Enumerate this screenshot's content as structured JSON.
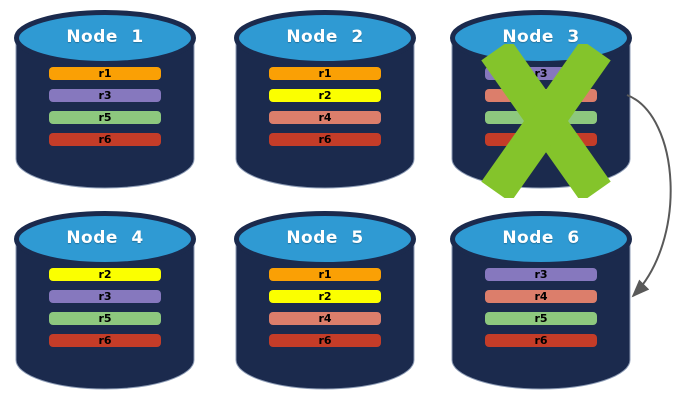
{
  "colors": {
    "cylinder_body": "#1B2A4D",
    "cylinder_top": "#2F9AD3",
    "cylinder_outline": "#8C9BB5",
    "failure_x": "#84C42B",
    "title_text": "#FFFFFF",
    "bar_text": "#000000"
  },
  "nodes": [
    {
      "label": "Node 1",
      "replicas": [
        {
          "label": "r1",
          "color": "#FAA005"
        },
        {
          "label": "r3",
          "color": "#8678BE"
        },
        {
          "label": "r5",
          "color": "#8DC87E"
        },
        {
          "label": "r6",
          "color": "#C43C28"
        }
      ]
    },
    {
      "label": "Node 2",
      "replicas": [
        {
          "label": "r1",
          "color": "#FAA005"
        },
        {
          "label": "r2",
          "color": "#FBFF00"
        },
        {
          "label": "r4",
          "color": "#DC7E6B"
        },
        {
          "label": "r6",
          "color": "#C43C28"
        }
      ]
    },
    {
      "label": "Node 3",
      "failed": true,
      "replicas": [
        {
          "label": "r3",
          "color": "#8678BE"
        },
        {
          "label": "r4",
          "color": "#DC7E6B"
        },
        {
          "label": "r5",
          "color": "#8DC87E"
        },
        {
          "label": "r6",
          "color": "#C43C28"
        }
      ]
    },
    {
      "label": "Node 4",
      "replicas": [
        {
          "label": "r2",
          "color": "#FBFF00"
        },
        {
          "label": "r3",
          "color": "#8678BE"
        },
        {
          "label": "r5",
          "color": "#8DC87E"
        },
        {
          "label": "r6",
          "color": "#C43C28"
        }
      ]
    },
    {
      "label": "Node 5",
      "replicas": [
        {
          "label": "r1",
          "color": "#FAA005"
        },
        {
          "label": "r2",
          "color": "#FBFF00"
        },
        {
          "label": "r4",
          "color": "#DC7E6B"
        },
        {
          "label": "r6",
          "color": "#C43C28"
        }
      ]
    },
    {
      "label": "Node 6",
      "replicas": [
        {
          "label": "r3",
          "color": "#8678BE"
        },
        {
          "label": "r4",
          "color": "#DC7E6B"
        },
        {
          "label": "r5",
          "color": "#8DC87E"
        },
        {
          "label": "r6",
          "color": "#C43C28"
        }
      ]
    }
  ],
  "failure": {
    "failed_node": "Node 3"
  },
  "arrow": {
    "from": "Node 3",
    "to": "Node 6",
    "color": "#595959"
  }
}
